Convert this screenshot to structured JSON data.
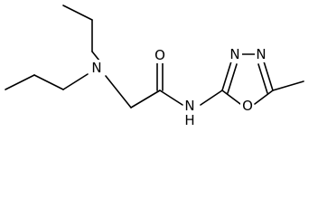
{
  "molecule": {
    "atoms": {
      "n_amine": "N",
      "o_carbonyl": "O",
      "nh_amide": "N",
      "h_amide": "H",
      "n_ring_1": "N",
      "n_ring_2": "N",
      "o_ring": "O"
    }
  }
}
